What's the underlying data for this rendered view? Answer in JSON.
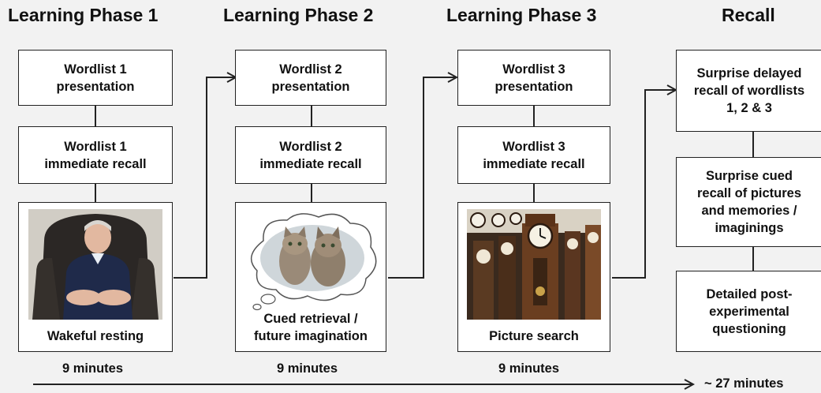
{
  "phases": [
    {
      "title": "Learning Phase 1",
      "steps": [
        {
          "lines": [
            "Wordlist 1",
            "presentation"
          ]
        },
        {
          "lines": [
            "Wordlist 1",
            "immediate recall"
          ]
        }
      ],
      "activity": [
        "Wakeful resting"
      ],
      "duration": "9 minutes"
    },
    {
      "title": "Learning Phase 2",
      "steps": [
        {
          "lines": [
            "Wordlist 2",
            "presentation"
          ]
        },
        {
          "lines": [
            "Wordlist 2",
            "immediate recall"
          ]
        }
      ],
      "activity": [
        "Cued retrieval /",
        "future imagination"
      ],
      "duration": "9 minutes"
    },
    {
      "title": "Learning Phase 3",
      "steps": [
        {
          "lines": [
            "Wordlist 3",
            "presentation"
          ]
        },
        {
          "lines": [
            "Wordlist 3",
            "immediate recall"
          ]
        }
      ],
      "activity": [
        "Picture search"
      ],
      "duration": "9 minutes"
    }
  ],
  "recall": {
    "title": "Recall",
    "steps": [
      {
        "lines": [
          "Surprise delayed",
          "recall of wordlists",
          "1, 2 & 3"
        ]
      },
      {
        "lines": [
          "Surprise cued",
          "recall of pictures",
          "and memories /",
          "imaginings"
        ]
      },
      {
        "lines": [
          "Detailed post-",
          "experimental",
          "questioning"
        ]
      }
    ]
  },
  "timeline": {
    "total": "~ 27 minutes"
  },
  "images": [
    {
      "icon": "man-resting-in-armchair-photo"
    },
    {
      "icon": "kittens-in-thought-bubble-photo"
    },
    {
      "icon": "clock-shop-photo"
    }
  ],
  "colors": {
    "background": "#f2f2f2",
    "box": "#ffffff",
    "line": "#222222"
  }
}
